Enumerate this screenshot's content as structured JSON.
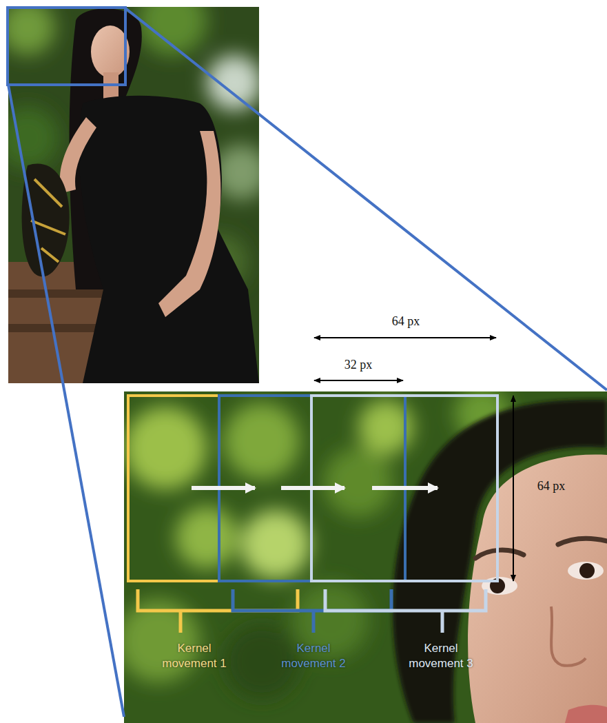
{
  "diagram": {
    "labels": [
      "64 px",
      "32 px",
      "64 px",
      "Kernel movement 1",
      "Kernel movement 2",
      "Kernel movement 3"
    ]
  }
}
